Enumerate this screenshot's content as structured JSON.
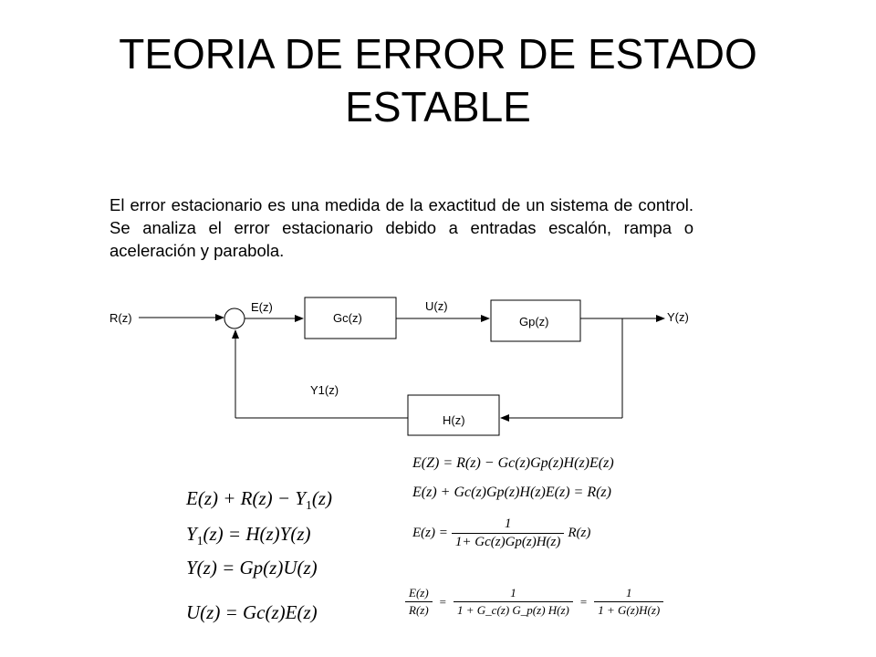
{
  "title": {
    "line1": "TEORIA DE ERROR DE ESTADO",
    "line2": "ESTABLE"
  },
  "paragraph": "El error estacionario es una medida de la exactitud de un sistema de control. Se analiza el error estacionario debido a entradas escalón, rampa o aceleración y parabola.",
  "diagram": {
    "input": "R(z)",
    "error": "E(z)",
    "controller": "Gc(z)",
    "control_signal": "U(z)",
    "plant": "Gp(z)",
    "output": "Y(z)",
    "feedback_signal": "Y1(z)",
    "feedback": "H(z)"
  },
  "equations_left": {
    "eq1": {
      "a": "E(z) + R(z) − Y",
      "sub": "1",
      "b": "(z)"
    },
    "eq2": {
      "a": "Y",
      "sub": "1",
      "b": "(z) = H(z)Y(z)"
    },
    "eq3": "Y(z) = Gp(z)U(z)",
    "eq4": "U(z) = Gc(z)E(z)"
  },
  "equations_right": {
    "eq1": "E(Z) = R(z) − Gc(z)Gp(z)H(z)E(z)",
    "eq2": "E(z) + Gc(z)Gp(z)H(z)E(z) = R(z)",
    "eq3": {
      "lhs": "E(z) =",
      "num": "1",
      "den": "1+ Gc(z)Gp(z)H(z)",
      "rhs": "R(z)"
    },
    "eq4": {
      "lhs_num": "E(z)",
      "lhs_den": "R(z)",
      "eq": "=",
      "mid_num": "1",
      "mid_den": "1 + G_c(z) G_p(z) H(z)",
      "eq2": "=",
      "rhs_num": "1",
      "rhs_den": "1 + G(z)H(z)"
    }
  }
}
